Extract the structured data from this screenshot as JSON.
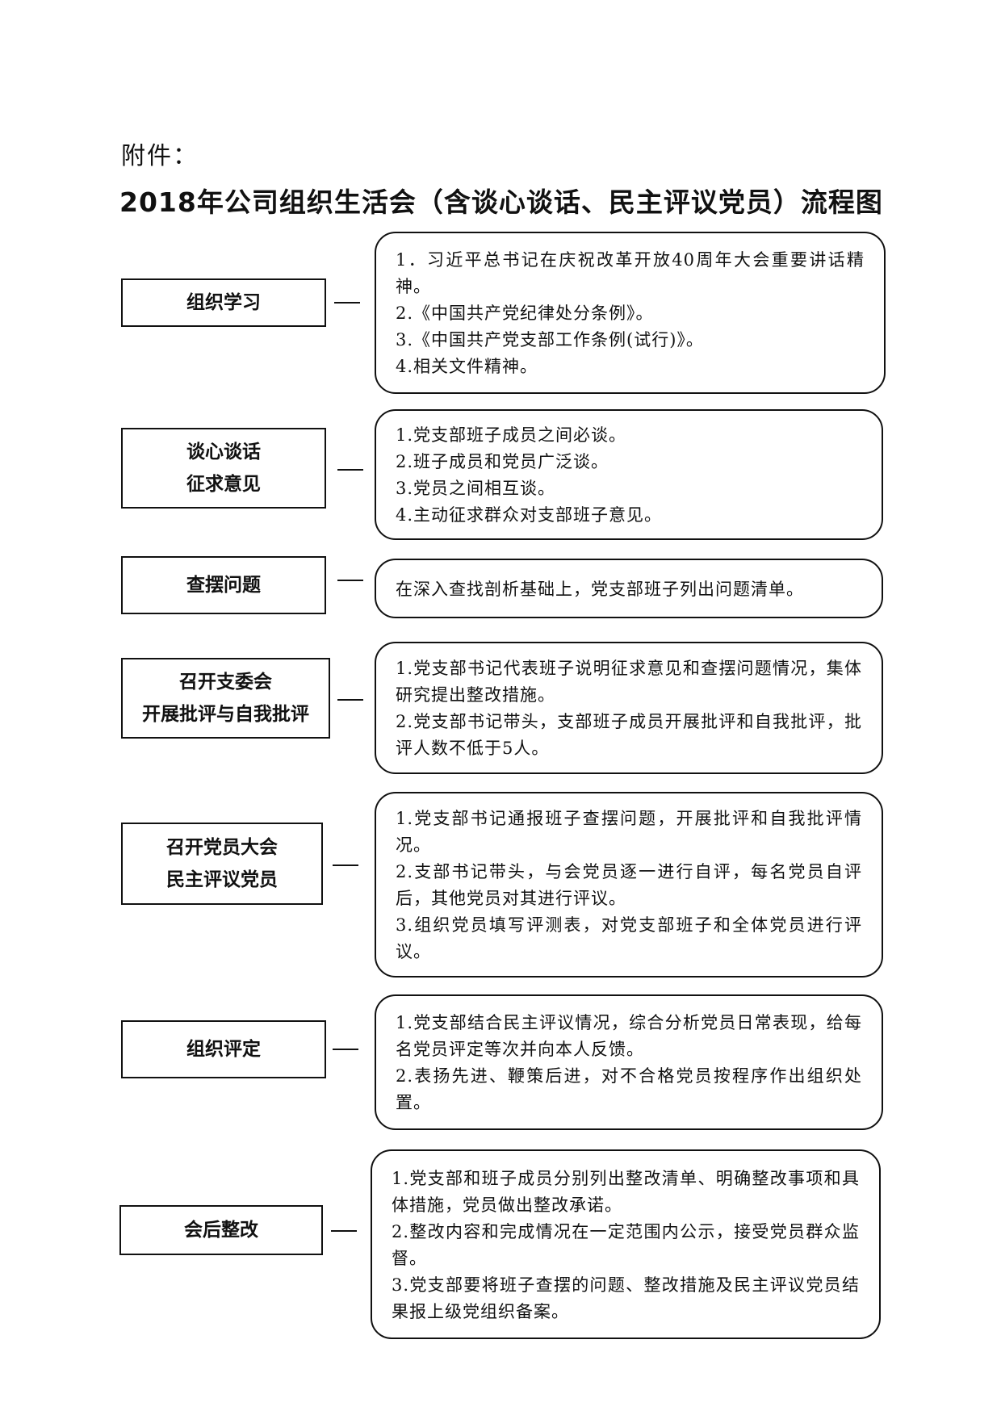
{
  "header": {
    "attachment_label": "附件：",
    "title": "2018年公司组织生活会（含谈心谈话、民主评议党员）流程图"
  },
  "steps": [
    {
      "lines": [
        "组织学习"
      ],
      "details": [
        "1．习近平总书记在庆祝改革开放40周年大会重要讲话精神。",
        "2.《中国共产党纪律处分条例》。",
        "3.《中国共产党支部工作条例(试行)》。",
        "4.相关文件精神。"
      ]
    },
    {
      "lines": [
        "谈心谈话",
        "征求意见"
      ],
      "details": [
        "1.党支部班子成员之间必谈。",
        "2.班子成员和党员广泛谈。",
        "3.党员之间相互谈。",
        "4.主动征求群众对支部班子意见。"
      ]
    },
    {
      "lines": [
        "查摆问题"
      ],
      "details": [
        "在深入查找剖析基础上，党支部班子列出问题清单。"
      ]
    },
    {
      "lines": [
        "召开支委会",
        "开展批评与自我批评"
      ],
      "details": [
        "1.党支部书记代表班子说明征求意见和查摆问题情况，集体研究提出整改措施。",
        "2.党支部书记带头，支部班子成员开展批评和自我批评，批评人数不低于5人。"
      ]
    },
    {
      "lines": [
        "召开党员大会",
        "民主评议党员"
      ],
      "details": [
        "1.党支部书记通报班子查摆问题，开展批评和自我批评情况。",
        "2.支部书记带头，与会党员逐一进行自评，每名党员自评后，其他党员对其进行评议。",
        "3.组织党员填写评测表，对党支部班子和全体党员进行评议。"
      ]
    },
    {
      "lines": [
        "组织评定"
      ],
      "details": [
        "1.党支部结合民主评议情况，综合分析党员日常表现，给每名党员评定等次并向本人反馈。",
        "2.表扬先进、鞭策后进，对不合格党员按程序作出组织处置。"
      ]
    },
    {
      "lines": [
        "会后整改"
      ],
      "details": [
        "1.党支部和班子成员分别列出整改清单、明确整改事项和具体措施，党员做出整改承诺。",
        "2.整改内容和完成情况在一定范围内公示，接受党员群众监督。",
        "3.党支部要将班子查摆的问题、整改措施及民主评议党员结果报上级党组织备案。"
      ]
    }
  ]
}
